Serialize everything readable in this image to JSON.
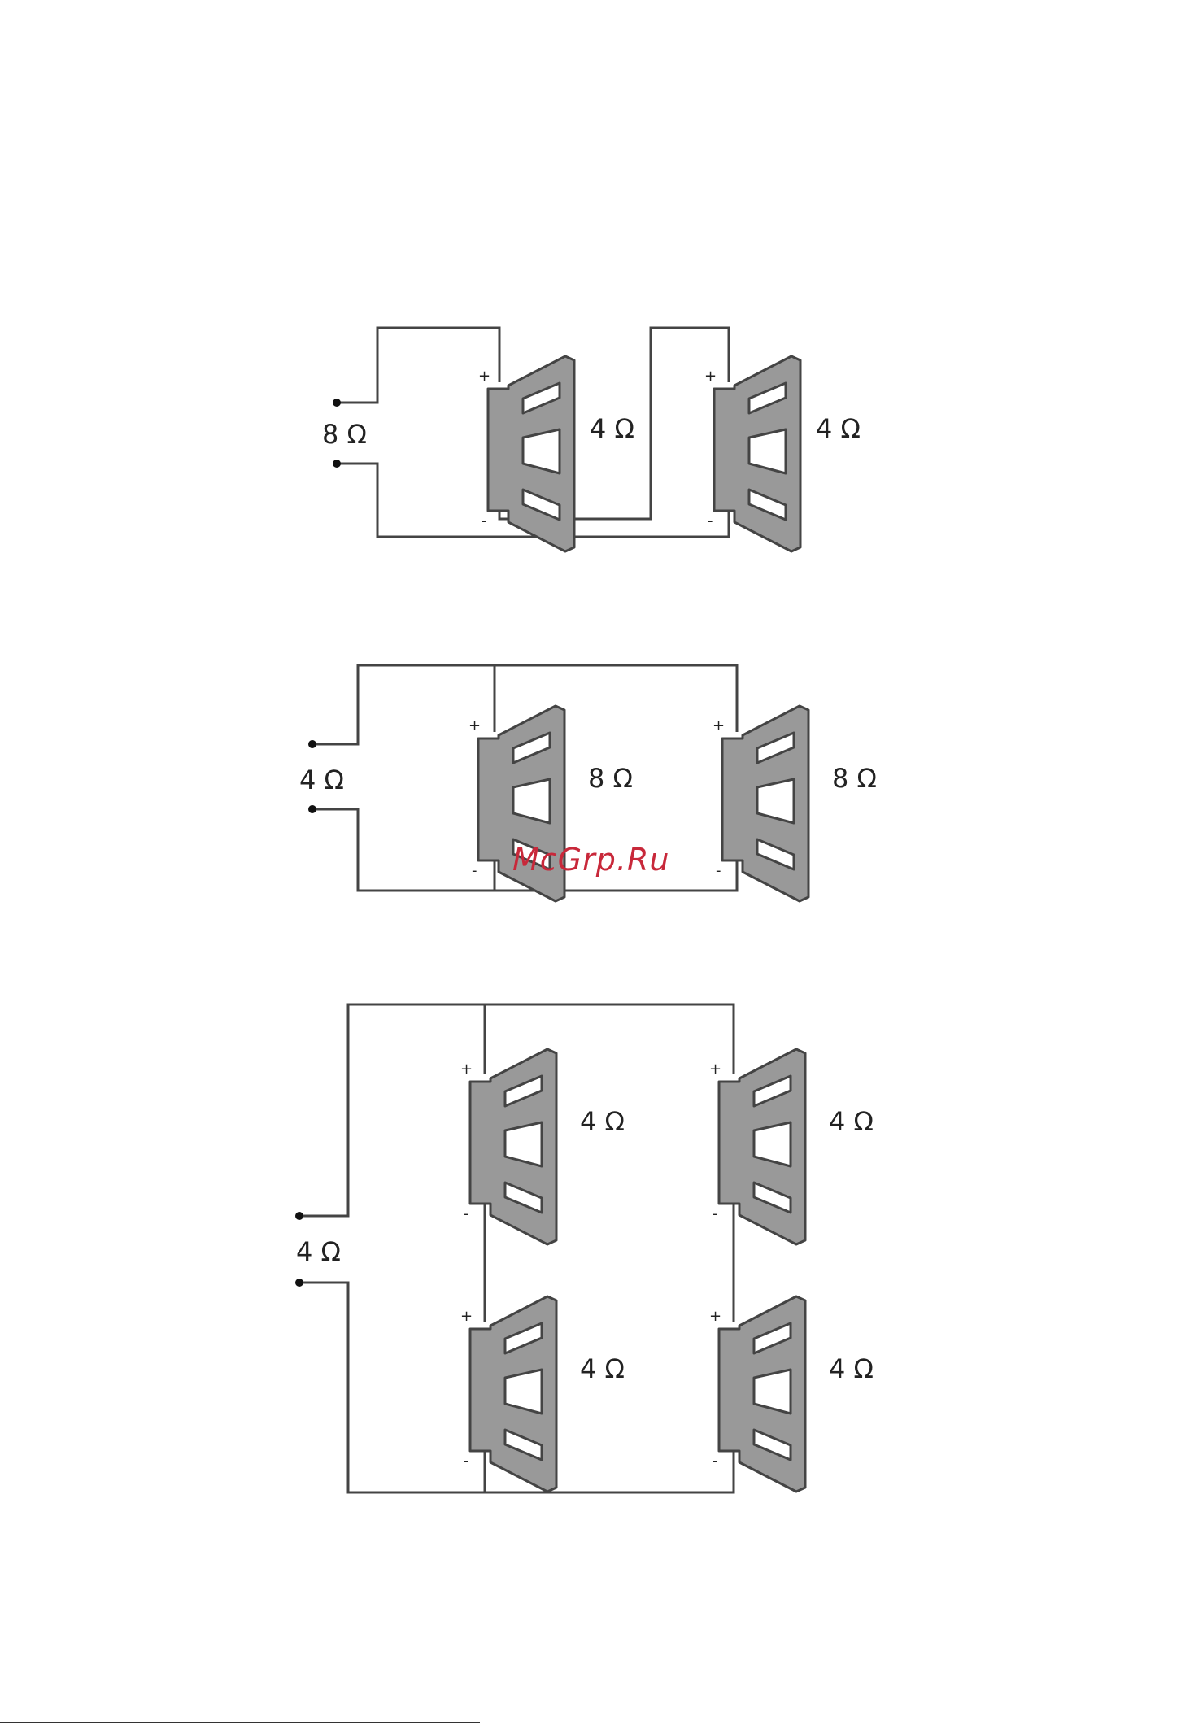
{
  "diagrams": [
    {
      "id": "series",
      "input_label": "8 Ω",
      "speakers": [
        {
          "label": "4 Ω",
          "plus": "+",
          "minus": "-"
        },
        {
          "label": "4 Ω",
          "plus": "+",
          "minus": "-"
        }
      ]
    },
    {
      "id": "parallel",
      "input_label": "4 Ω",
      "speakers": [
        {
          "label": "8 Ω",
          "plus": "+",
          "minus": "-"
        },
        {
          "label": "8 Ω",
          "plus": "+",
          "minus": "-"
        }
      ]
    },
    {
      "id": "series-parallel",
      "input_label": "4 Ω",
      "speakers": [
        {
          "label": "4 Ω",
          "plus": "+",
          "minus": "-"
        },
        {
          "label": "4 Ω",
          "plus": "+",
          "minus": "-"
        },
        {
          "label": "4 Ω",
          "plus": "+",
          "minus": "-"
        },
        {
          "label": "4 Ω",
          "plus": "+",
          "minus": "-"
        }
      ]
    }
  ],
  "watermark": "McGrp.Ru",
  "colors": {
    "wire": "#444444",
    "speaker_fill": "#999999",
    "watermark": "#c8283a"
  }
}
